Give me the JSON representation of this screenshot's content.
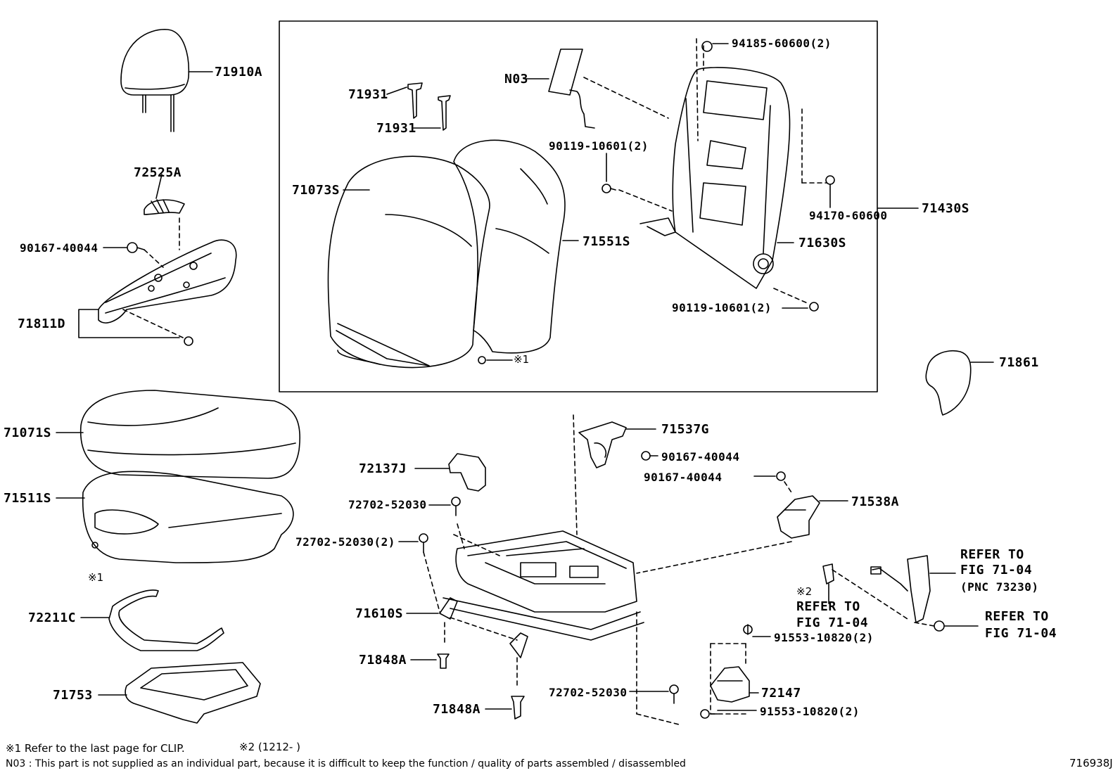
{
  "diagram_code": "716938J",
  "labels": {
    "p71910A": "71910A",
    "p72525A": "72525A",
    "p90167_40044_a": "90167-40044",
    "p71811D": "71811D",
    "p71931_a": "71931",
    "p71931_b": "71931",
    "pN03": "N03",
    "p71073S": "71073S",
    "p71551S": "71551S",
    "p94185": "94185-60600(2)",
    "p90119_a": "90119-10601(2)",
    "p94170": "94170-60600",
    "p71430S": "71430S",
    "p71630S": "71630S",
    "p90119_b": "90119-10601(2)",
    "clip1_ref": "※1",
    "p71861": "71861",
    "p71071S": "71071S",
    "p71511S": "71511S",
    "clip1_ref_b": "※1",
    "p72211C": "72211C",
    "p71753": "71753",
    "p71537G": "71537G",
    "p90167_40044_b": "90167-40044",
    "p90167_40044_c": "90167-40044",
    "p71538A": "71538A",
    "p72137J": "72137J",
    "p72702_52030_a": "72702-52030",
    "p72702_52030_2": "72702-52030(2)",
    "p71610S": "71610S",
    "p71848A_a": "71848A",
    "p71848A_b": "71848A",
    "p72702_52030_b": "72702-52030",
    "ref1_line1": "REFER TO",
    "ref1_line2": "FIG 71-04",
    "ref1_line3": "(PNC 73230)",
    "ref2_mark": "※2",
    "ref2_line1": "REFER TO",
    "ref2_line2": "FIG 71-04",
    "ref3_line1": "REFER TO",
    "ref3_line2": "FIG 71-04",
    "p91553_a": "91553-10820(2)",
    "p72147": "72147",
    "p91553_b": "91553-10820(2)"
  },
  "footnotes": {
    "clip_note": "※1 Refer to the last page for CLIP.",
    "date_note": "※2 (1212-        )",
    "n03_note": "N03 : This part is not supplied as an individual part, because it is difficult to keep the function / quality of parts assembled / disassembled"
  }
}
